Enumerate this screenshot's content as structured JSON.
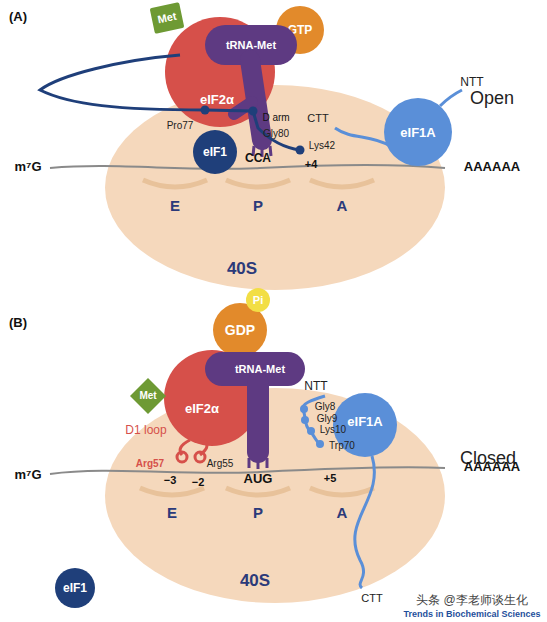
{
  "diagram": {
    "nodes": [
      {
        "text": [
          "40S"
        ]
      },
      {
        "text": [
          "eIF2α"
        ]
      },
      {
        "text": [
          "tRNA-Met"
        ]
      },
      {
        "text": [
          "Met"
        ]
      },
      {
        "text": [
          "GTP"
        ]
      },
      {
        "text": [
          "eIF1"
        ]
      },
      {
        "text": [
          "eIF1A"
        ]
      },
      {
        "text": [
          "40S"
        ]
      },
      {
        "text": [
          "Pi"
        ]
      },
      {
        "text": [
          "GDP"
        ]
      },
      {
        "text": [
          "Met"
        ]
      },
      {
        "text": [
          "tRNA-Met"
        ]
      },
      {
        "text": [
          "eIF2α"
        ]
      },
      {
        "text": [
          "eIF1A"
        ]
      },
      {
        "text": [
          "eIF1"
        ]
      }
    ],
    "labels": [
      "(A)",
      "NTT",
      "D arm",
      "Open",
      "Pro77",
      "Gly80",
      "CTT",
      "Lys42",
      "m⁷G",
      "CCA",
      "+4",
      "AAAAAA",
      "E",
      "P",
      "A",
      "(B)",
      "NTT",
      "Gly8",
      "Gly9",
      "Lys10",
      "D1 loop",
      "Trp70",
      "Closed",
      "m⁷G",
      "Arg57",
      "Arg55",
      "AAAAAA",
      "−3",
      "−2",
      "AUG",
      "+5",
      "E",
      "P",
      "A",
      "CTT",
      "头条 @李老师谈生化",
      "Trends in Biochemical Sciences"
    ]
  }
}
